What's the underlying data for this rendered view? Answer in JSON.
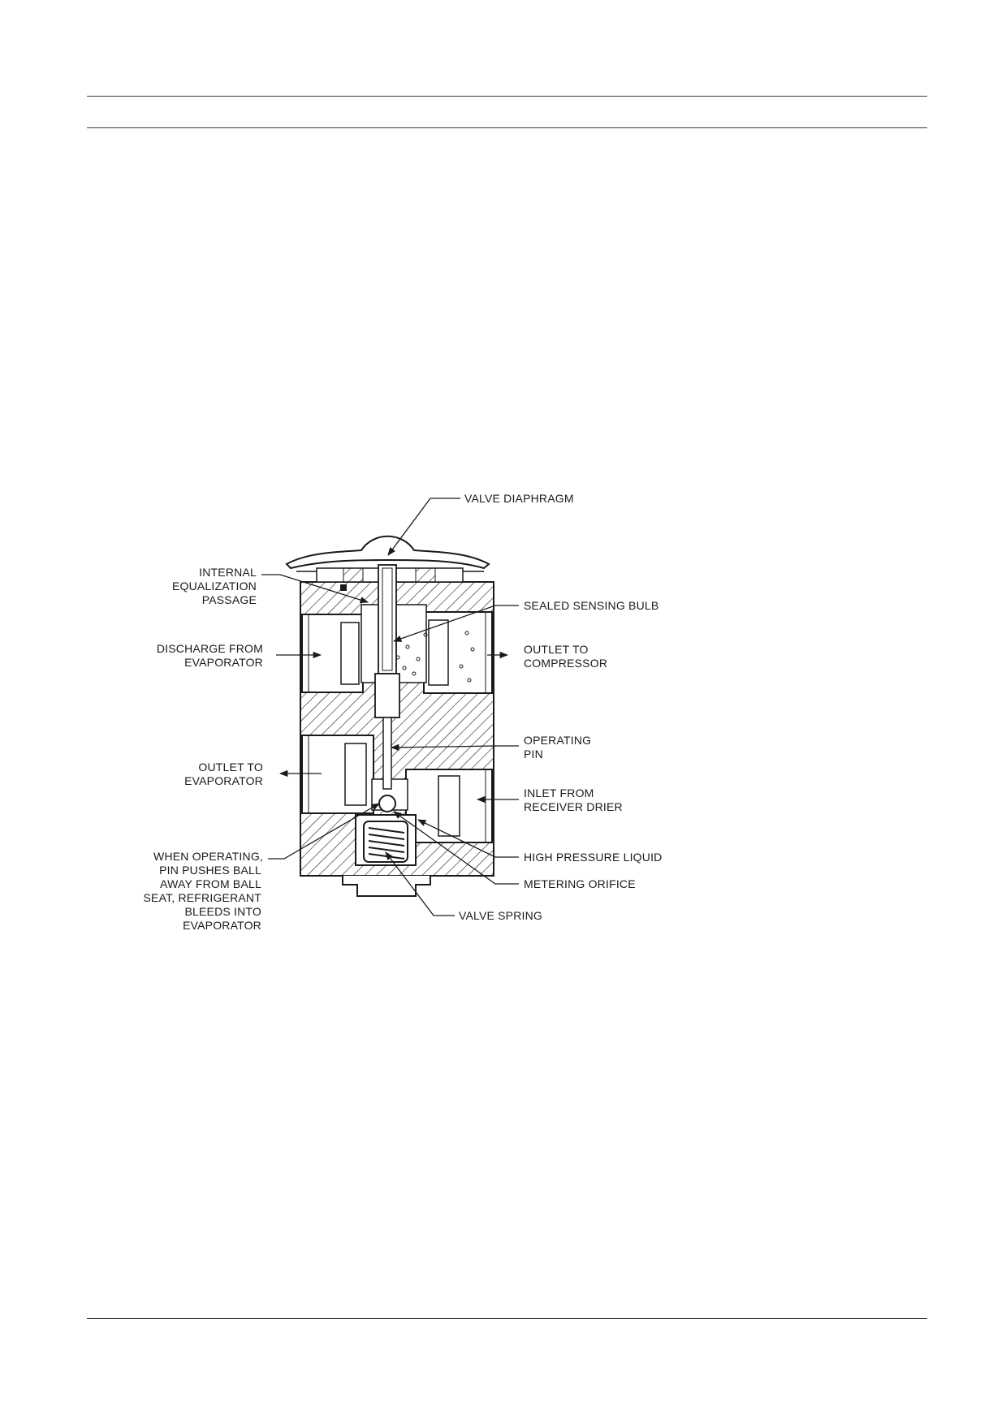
{
  "diagram": {
    "labels": {
      "valve_diaphragm": "VALVE DIAPHRAGM",
      "internal_equalization_1": "INTERNAL",
      "internal_equalization_2": "EQUALIZATION",
      "internal_equalization_3": "PASSAGE",
      "sealed_sensing_bulb": "SEALED SENSING BULB",
      "discharge_from_1": "DISCHARGE FROM",
      "discharge_from_2": "EVAPORATOR",
      "outlet_to_compressor_1": "OUTLET TO",
      "outlet_to_compressor_2": "COMPRESSOR",
      "operating_pin_1": "OPERATING",
      "operating_pin_2": "PIN",
      "outlet_to_evaporator_1": "OUTLET TO",
      "outlet_to_evaporator_2": "EVAPORATOR",
      "inlet_from_1": "INLET FROM",
      "inlet_from_2": "RECEIVER DRIER",
      "when_operating_1": "WHEN OPERATING,",
      "when_operating_2": "PIN PUSHES BALL",
      "when_operating_3": "AWAY FROM BALL",
      "when_operating_4": "SEAT, REFRIGERANT",
      "when_operating_5": "BLEEDS INTO",
      "when_operating_6": "EVAPORATOR",
      "high_pressure_liquid": "HIGH PRESSURE LIQUID",
      "metering_orifice": "METERING ORIFICE",
      "valve_spring": "VALVE SPRING"
    }
  }
}
